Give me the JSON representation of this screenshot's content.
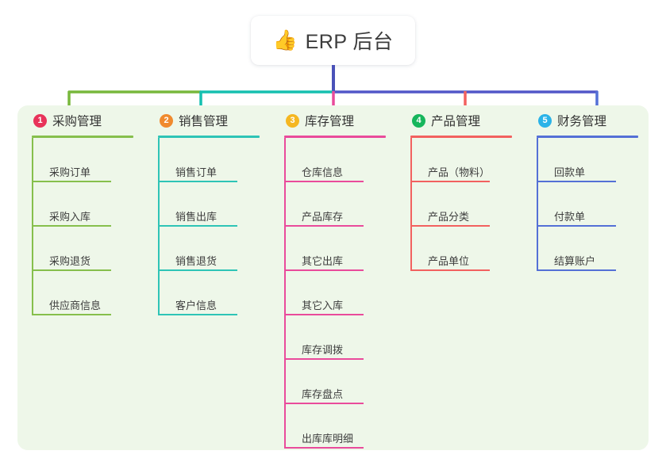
{
  "root": {
    "icon": "thumbs-up-icon",
    "icon_glyph": "👍",
    "title": "ERP 后台"
  },
  "diagram": {
    "type": "org-tree",
    "panel_background": "#eef7e9",
    "connector_segments": [
      {
        "name": "segment-green",
        "color": "#78b83c"
      },
      {
        "name": "segment-teal",
        "color": "#15c0b0"
      },
      {
        "name": "segment-indigo",
        "color": "#5257c8"
      }
    ],
    "root_stem_color": "#4a52b8"
  },
  "columns": [
    {
      "index": "1",
      "title": "采购管理",
      "badge_color": "#e8335a",
      "accent": "#86bf4c",
      "drop_color": "#78b83c",
      "items": [
        {
          "label": "采购订单"
        },
        {
          "label": "采购入库"
        },
        {
          "label": "采购退货"
        },
        {
          "label": "供应商信息"
        }
      ]
    },
    {
      "index": "2",
      "title": "销售管理",
      "badge_color": "#f08a2e",
      "accent": "#2ec4b6",
      "drop_color": "#15c0b0",
      "items": [
        {
          "label": "销售订单"
        },
        {
          "label": "销售出库"
        },
        {
          "label": "销售退货"
        },
        {
          "label": "客户信息"
        }
      ]
    },
    {
      "index": "3",
      "title": "库存管理",
      "badge_color": "#f5b721",
      "accent": "#e94b9b",
      "drop_color": "#e94b9b",
      "items": [
        {
          "label": "仓库信息"
        },
        {
          "label": "产品库存"
        },
        {
          "label": "其它出库"
        },
        {
          "label": "其它入库"
        },
        {
          "label": "库存调拨"
        },
        {
          "label": "库存盘点"
        },
        {
          "label": "出库库明细"
        }
      ]
    },
    {
      "index": "4",
      "title": "产品管理",
      "badge_color": "#16b65c",
      "accent": "#f2615f",
      "drop_color": "#f2615f",
      "items": [
        {
          "label": "产品（物料）"
        },
        {
          "label": "产品分类"
        },
        {
          "label": "产品单位"
        }
      ]
    },
    {
      "index": "5",
      "title": "财务管理",
      "badge_color": "#2bb3e8",
      "accent": "#5470d6",
      "drop_color": "#5470d6",
      "items": [
        {
          "label": "回款单"
        },
        {
          "label": "付款单"
        },
        {
          "label": "结算账户"
        }
      ]
    }
  ]
}
